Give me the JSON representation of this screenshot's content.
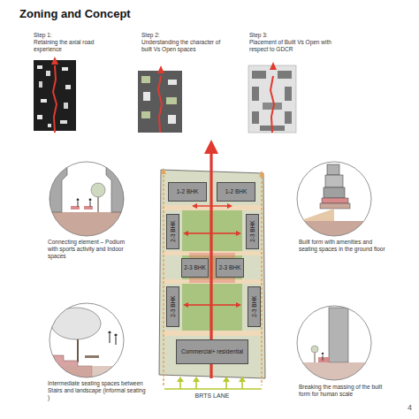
{
  "diagram": {
    "title": "Zoning and Concept",
    "nodes": [
      {
        "text": [
          "1-2 BHK"
        ]
      },
      {
        "text": [
          "1-2 BHK"
        ]
      },
      {
        "text": [
          "2-3 BHK"
        ]
      },
      {
        "text": [
          "2-3 BHK"
        ]
      },
      {
        "text": [
          "2-3 BHK"
        ]
      },
      {
        "text": [
          "2-3 BHK"
        ]
      },
      {
        "text": [
          "2-3 BHK"
        ]
      },
      {
        "text": [
          "2-3 BHK"
        ]
      },
      {
        "text": [
          "Commercial+ residential"
        ]
      }
    ],
    "labels": [
      "Step 1:",
      "Retaining the axial road experience",
      "Step 2:",
      "Understanding the character of built Vs Open spaces",
      "Step 3:",
      "Placement of Built Vs Open with respect to GDCR",
      "Connecting element – Podium with sports activity and Indoor spaces",
      "Built form with amenities and seating spaces in the ground floor",
      "Intermediate seating spaces between Stairs and landscape (informal seating )",
      "Breaking the massing of the built form for human scale",
      "BRTS LANE",
      "4"
    ]
  }
}
